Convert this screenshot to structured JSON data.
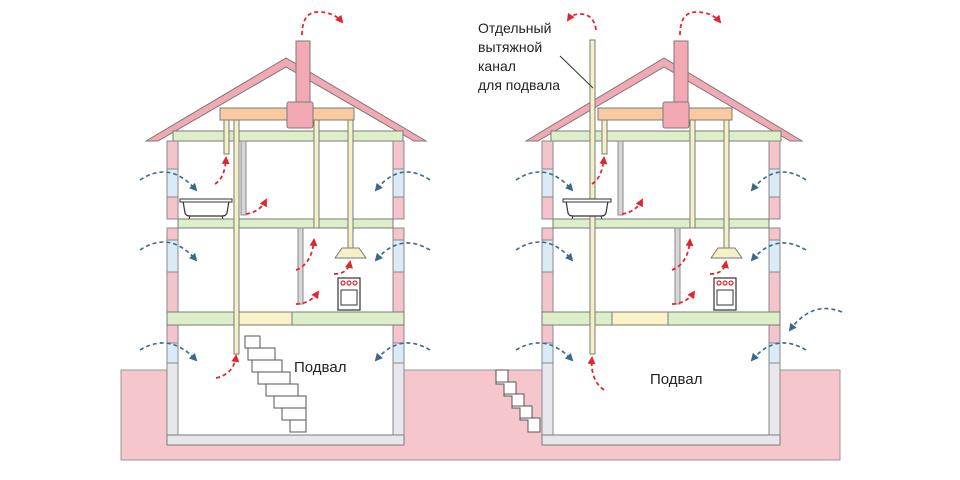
{
  "labels": {
    "basement_left": "Подвал",
    "basement_right": "Подвал",
    "callout": [
      "Отдельный",
      "вытяжной",
      "канал",
      "для подвала"
    ]
  },
  "icons": {
    "fresh_air": "inflow-arrow-icon",
    "exhaust_air": "exhaust-arrow-icon",
    "bathtub": "bathtub-icon",
    "stove": "stove-icon",
    "range_hood": "range-hood-icon",
    "fan_box": "fan-box-icon",
    "stairs": "stairs-icon"
  },
  "colors": {
    "ground": "#f5c6cb",
    "roof": "#f2a9b3",
    "wall_pink": "#f4c3cc",
    "window_blue": "#d9ebf7",
    "wall_grey": "#e8e8ec",
    "floor_green": "#dcefc9",
    "beam_peach": "#f9c9a1",
    "fan_box": "#f2a9b3",
    "duct": "#f5f1c6",
    "inflow_arrow": "#3a6a8a",
    "exhaust_arrow": "#e3262d",
    "outline": "#6b6b6b"
  }
}
